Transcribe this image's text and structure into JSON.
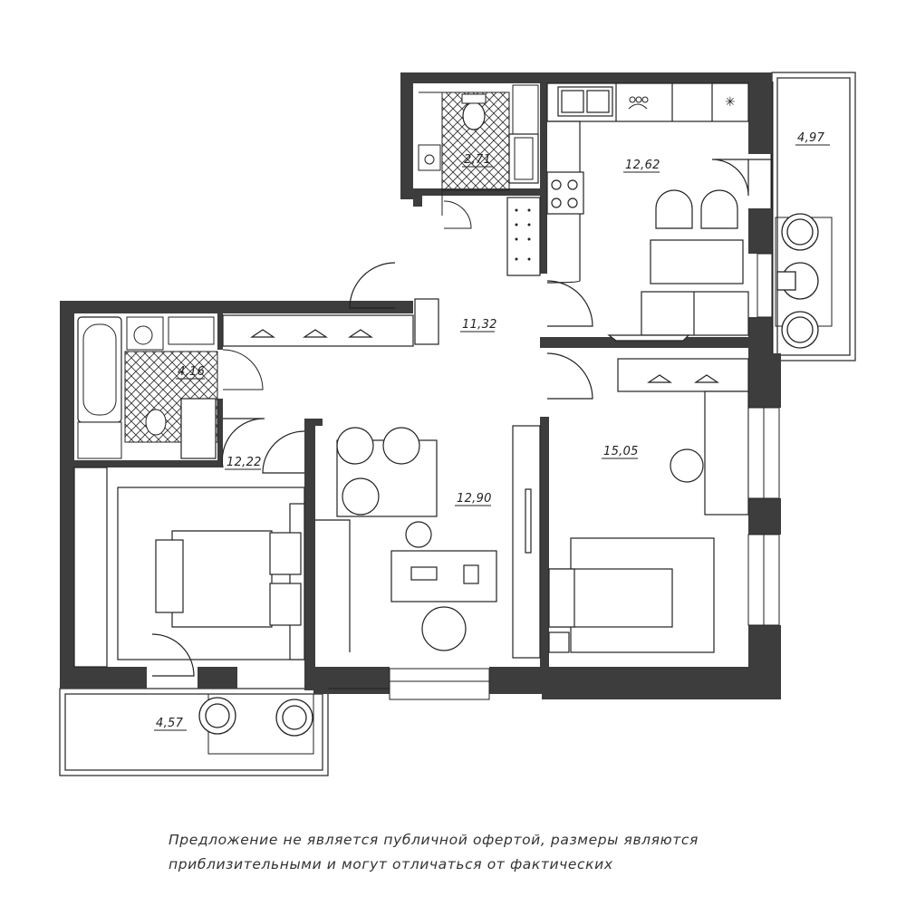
{
  "rooms": [
    {
      "id": "bathroom",
      "area": "2,71"
    },
    {
      "id": "kitchen",
      "area": "12,62"
    },
    {
      "id": "loggia-right",
      "area": "4,97"
    },
    {
      "id": "hall",
      "area": "11,32"
    },
    {
      "id": "bathroom-2",
      "area": "4,16"
    },
    {
      "id": "corridor",
      "area": "12,22"
    },
    {
      "id": "living-room",
      "area": "12,90"
    },
    {
      "id": "bedroom-right",
      "area": "15,05"
    },
    {
      "id": "balcony-bottom",
      "area": "4,57"
    }
  ],
  "disclaimer": {
    "line1": "Предложение не является публичной офертой, размеры являются",
    "line2": "приблизительными и могут отличаться от фактических"
  },
  "colors": {
    "wall": "#3d3d3d",
    "line": "#222222",
    "tile": "#333333"
  }
}
